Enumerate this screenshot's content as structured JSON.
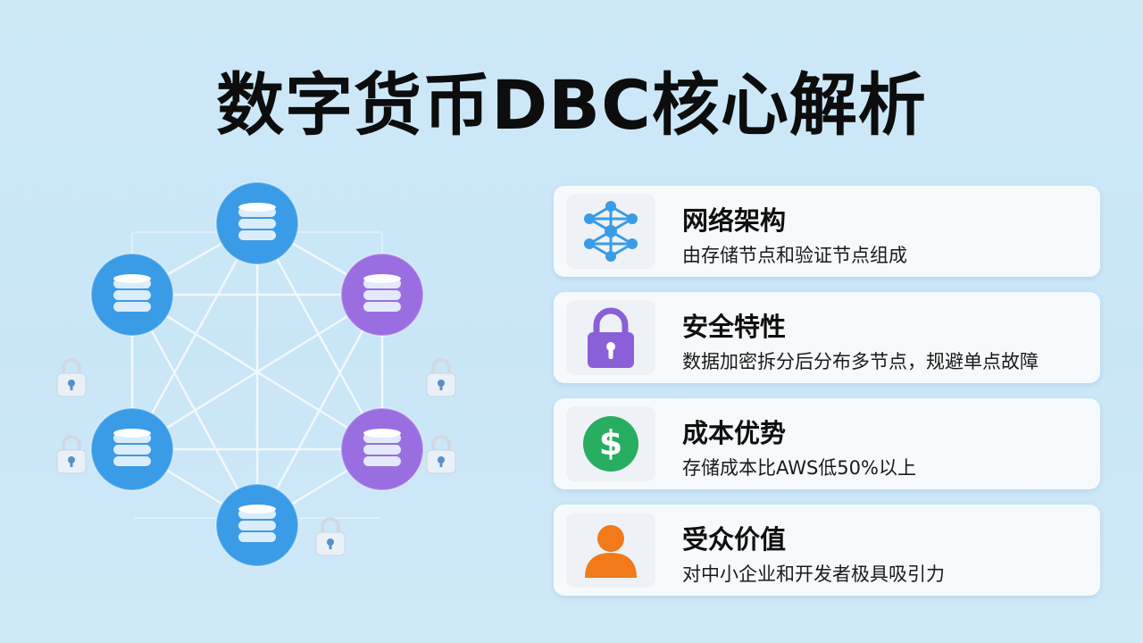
{
  "title": "数字货币DBC核心解析",
  "colors": {
    "background": "#cde9f8",
    "node_blue": "#3a9be6",
    "node_purple": "#9a6ee0",
    "lock_body": "#e9f0f7",
    "card_bg": "#f7fafc",
    "network_icon": "#3a9be6",
    "security_icon": "#8a5fd8",
    "cost_icon": "#27ae60",
    "audience_icon": "#f27a1a"
  },
  "diagram": {
    "nodes": [
      {
        "id": "top",
        "color": "purple_false",
        "icon": "database-icon"
      },
      {
        "id": "upper-left",
        "icon": "database-icon"
      },
      {
        "id": "upper-right",
        "icon": "database-icon"
      },
      {
        "id": "lower-left",
        "icon": "database-icon"
      },
      {
        "id": "lower-right",
        "icon": "database-icon"
      },
      {
        "id": "bottom",
        "icon": "database-icon"
      }
    ],
    "locks": [
      "lock-icon",
      "lock-icon",
      "lock-icon",
      "lock-icon",
      "lock-icon"
    ]
  },
  "features": [
    {
      "title": "网络架构",
      "desc": "由存储节点和验证节点组成",
      "icon": "network-icon"
    },
    {
      "title": "安全特性",
      "desc": "数据加密拆分后分布多节点，规避单点故障",
      "icon": "padlock-icon"
    },
    {
      "title": "成本优势",
      "desc": "存储成本比AWS低50%以上",
      "icon": "dollar-icon"
    },
    {
      "title": "受众价值",
      "desc": "对中小企业和开发者极具吸引力",
      "icon": "user-icon"
    }
  ]
}
